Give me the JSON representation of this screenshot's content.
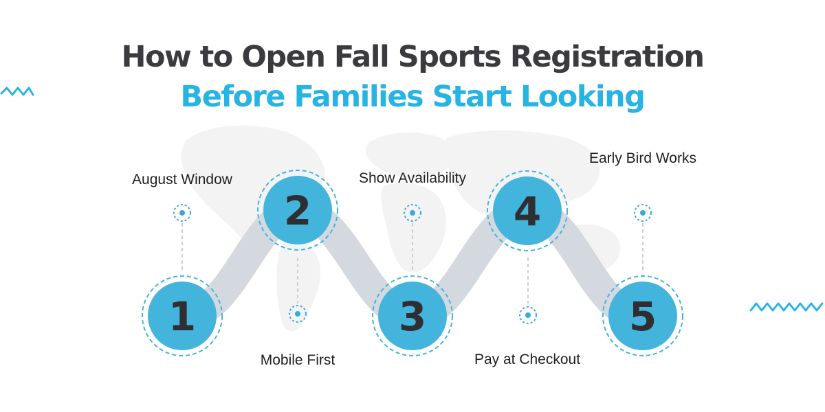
{
  "title": {
    "line1": "How to Open Fall Sports Registration",
    "line2": "Before Families Start Looking"
  },
  "colors": {
    "title_dark": "#3b3b3f",
    "title_accent": "#27b4e2",
    "circle_fill": "#43b4dc",
    "path_ribbon": "#d3d9df",
    "connector_dots": "#3aa9d8",
    "map_background": "#f3f3f3"
  },
  "steps": [
    {
      "number": "1",
      "label": "August Window"
    },
    {
      "number": "2",
      "label": "Mobile First"
    },
    {
      "number": "3",
      "label": "Show Availability"
    },
    {
      "number": "4",
      "label": "Pay at Checkout"
    },
    {
      "number": "5",
      "label": "Early Bird Works"
    }
  ],
  "decorations": {
    "left_wave": "wave-icon",
    "right_wave": "wave-icon",
    "background": "world-map"
  }
}
